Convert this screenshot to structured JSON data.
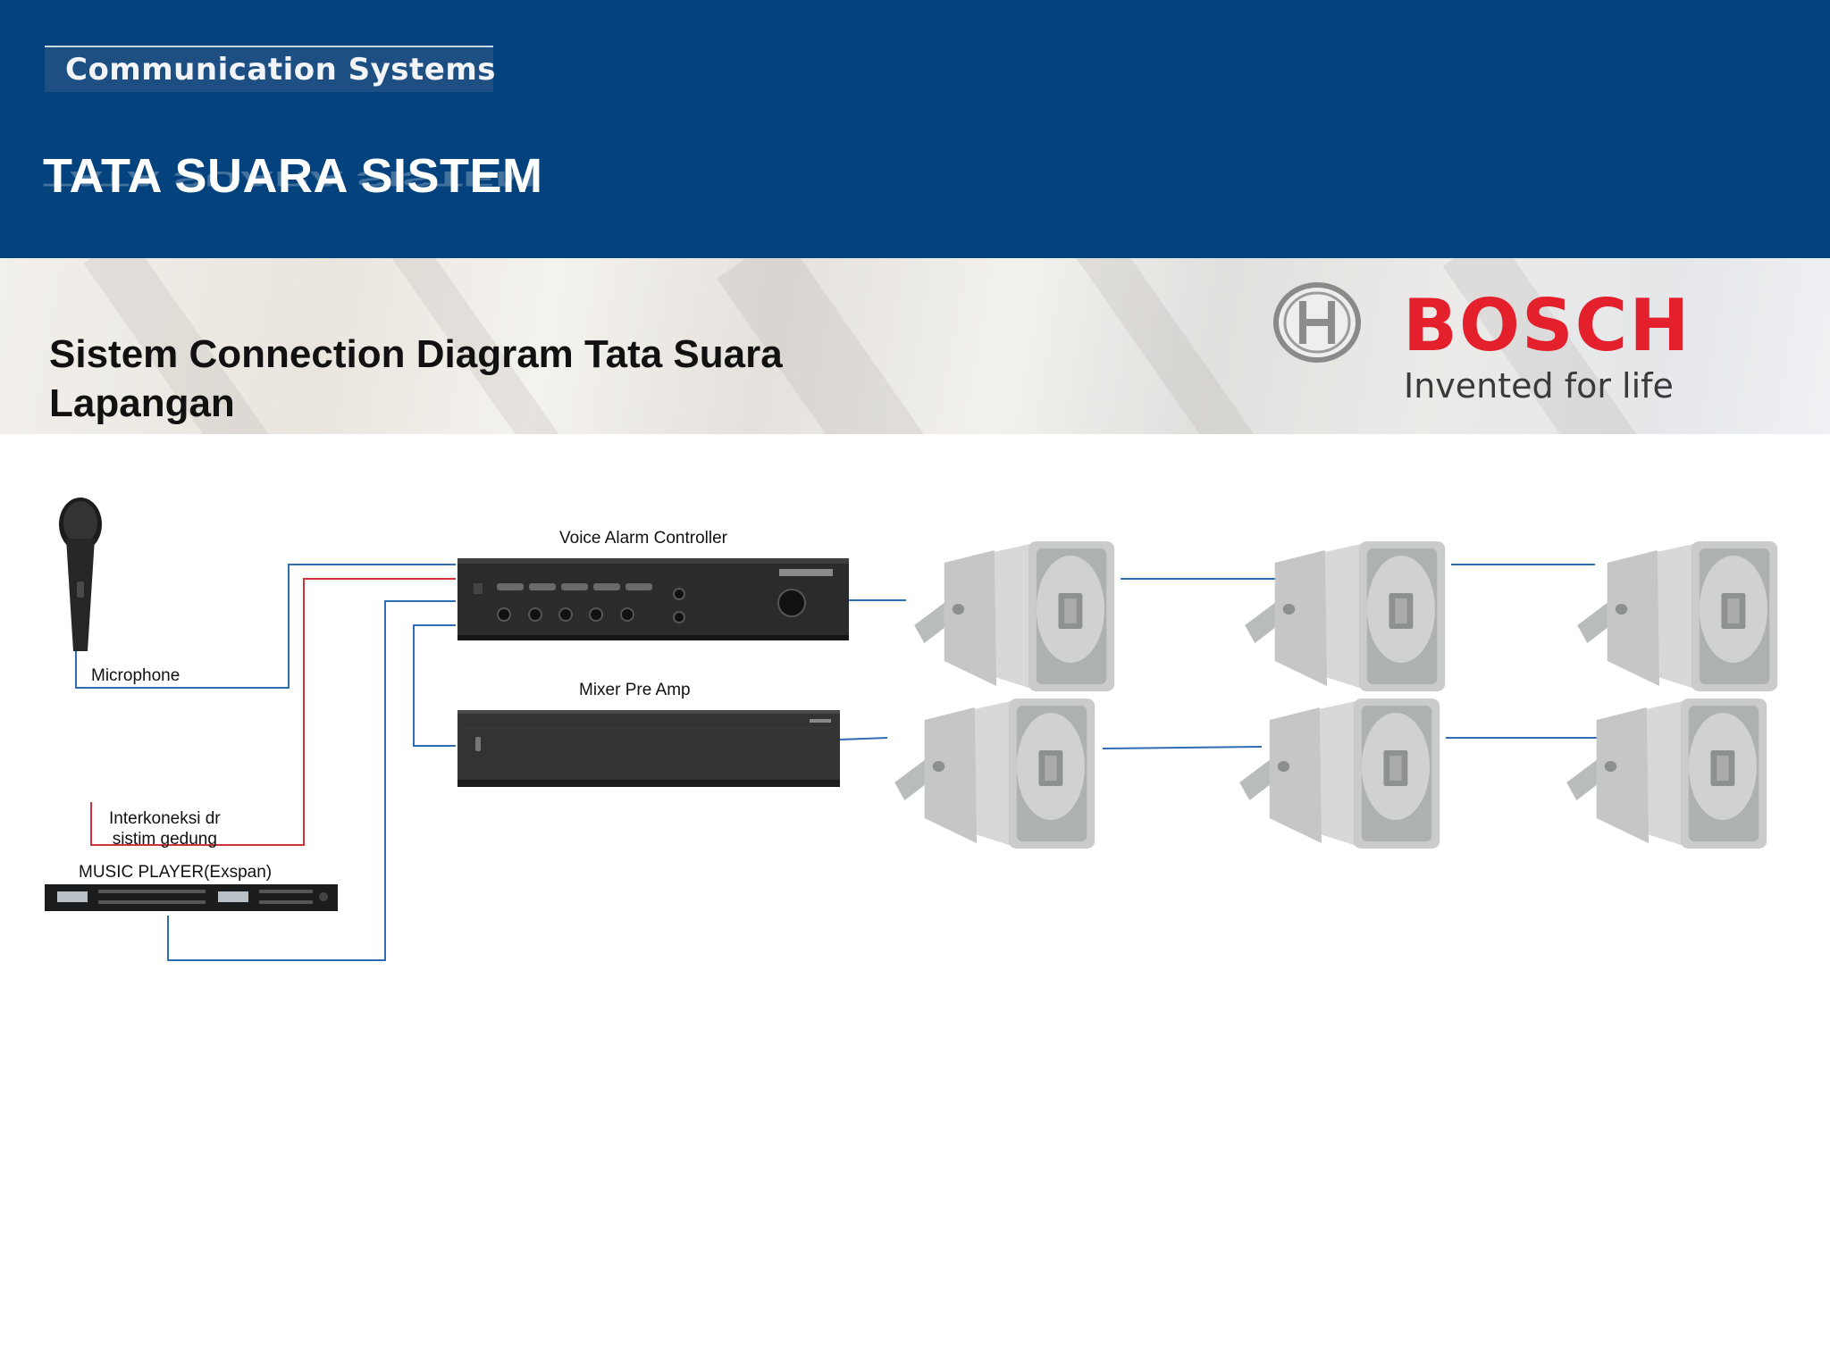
{
  "header": {
    "section": "Communication Systems",
    "title": "TATA SUARA SISTEM"
  },
  "banner": {
    "subtitle": "Sistem Connection Diagram Tata Suara Lapangan",
    "brand": "BOSCH",
    "tagline": "Invented for life"
  },
  "diagram": {
    "devices": {
      "microphone": "Microphone",
      "voice_alarm": "Voice Alarm Controller",
      "mixer": "Mixer Pre Amp",
      "interconnect": "Interkoneksi dr\nsistim gedung",
      "music_player": "MUSIC PLAYER(Exspan)"
    },
    "wire_colors": {
      "signal": "#2e6db4",
      "interconnect": "#d0343a"
    }
  }
}
